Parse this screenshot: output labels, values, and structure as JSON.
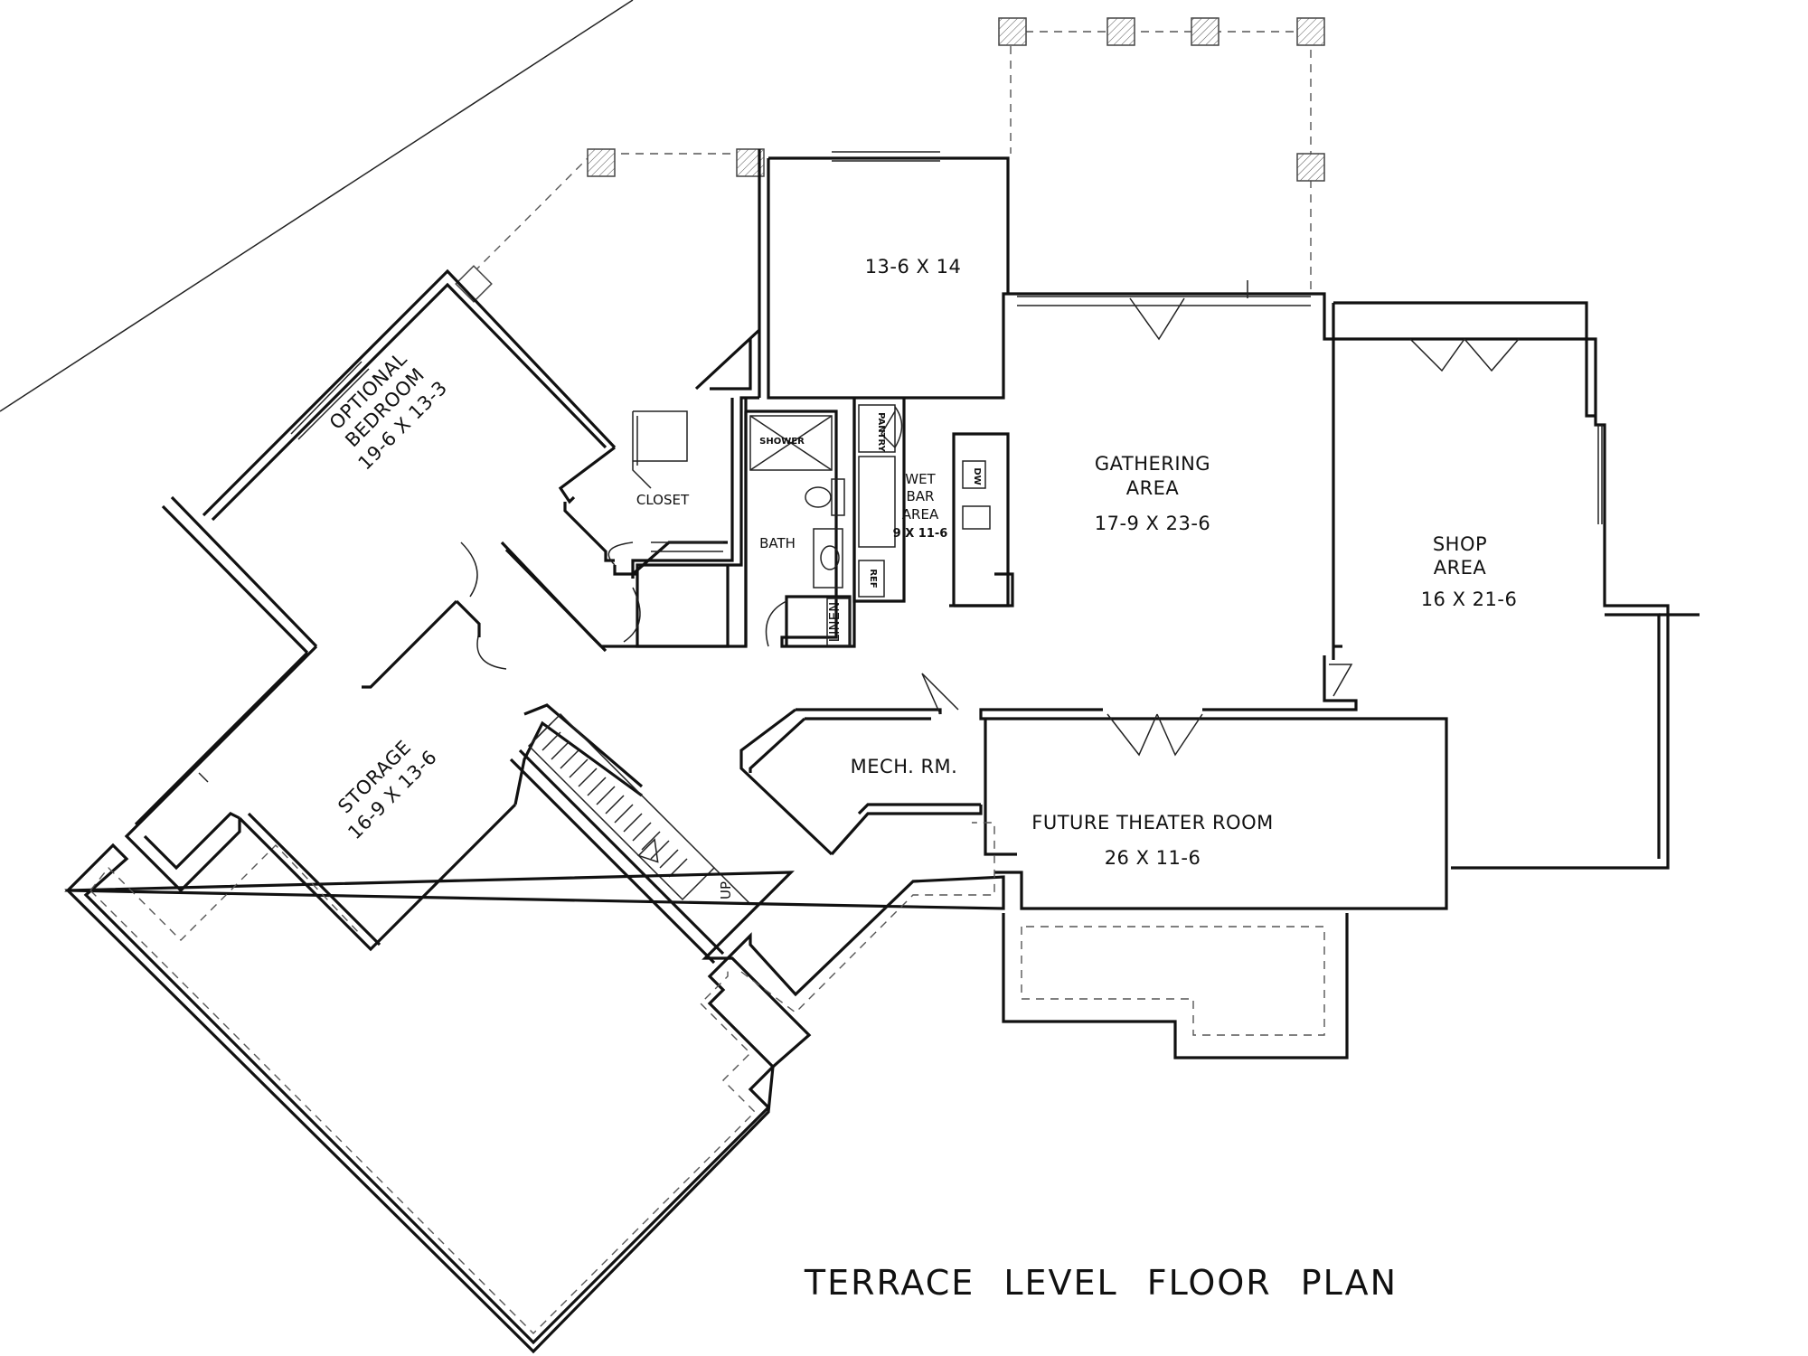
{
  "plan_title": "TERRACE LEVEL FLOOR PLAN",
  "rooms": {
    "porch_room": {
      "dims": "13-6 X 14"
    },
    "optional_bedroom": {
      "name_line1": "OPTIONAL",
      "name_line2": "BEDROOM",
      "dims": "19-6 X 13-3"
    },
    "closet": {
      "name": "CLOSET"
    },
    "shower": {
      "name": "SHOWER"
    },
    "bath": {
      "name": "BATH"
    },
    "pantry": {
      "name": "PANTRY"
    },
    "linen": {
      "name": "LINEN"
    },
    "wet_bar": {
      "name_line1": "WET",
      "name_line2": "BAR",
      "name_line3": "AREA",
      "dims": "9 X 11-6"
    },
    "dishwasher": {
      "name": "DW"
    },
    "refrigerator": {
      "name": "REF"
    },
    "gathering_area": {
      "name_line1": "GATHERING",
      "name_line2": "AREA",
      "dims": "17-9 X 23-6"
    },
    "shop_area": {
      "name_line1": "SHOP",
      "name_line2": "AREA",
      "dims": "16 X 21-6"
    },
    "storage": {
      "name": "STORAGE",
      "dims": "16-9 X 13-6"
    },
    "mech_room": {
      "name": "MECH. RM."
    },
    "future_theater": {
      "name": "FUTURE THEATER ROOM",
      "dims": "26 X 11-6"
    }
  },
  "stair_label": "UP",
  "colors": {
    "line": "#111111",
    "background": "#ffffff",
    "dashed": "#555555"
  }
}
